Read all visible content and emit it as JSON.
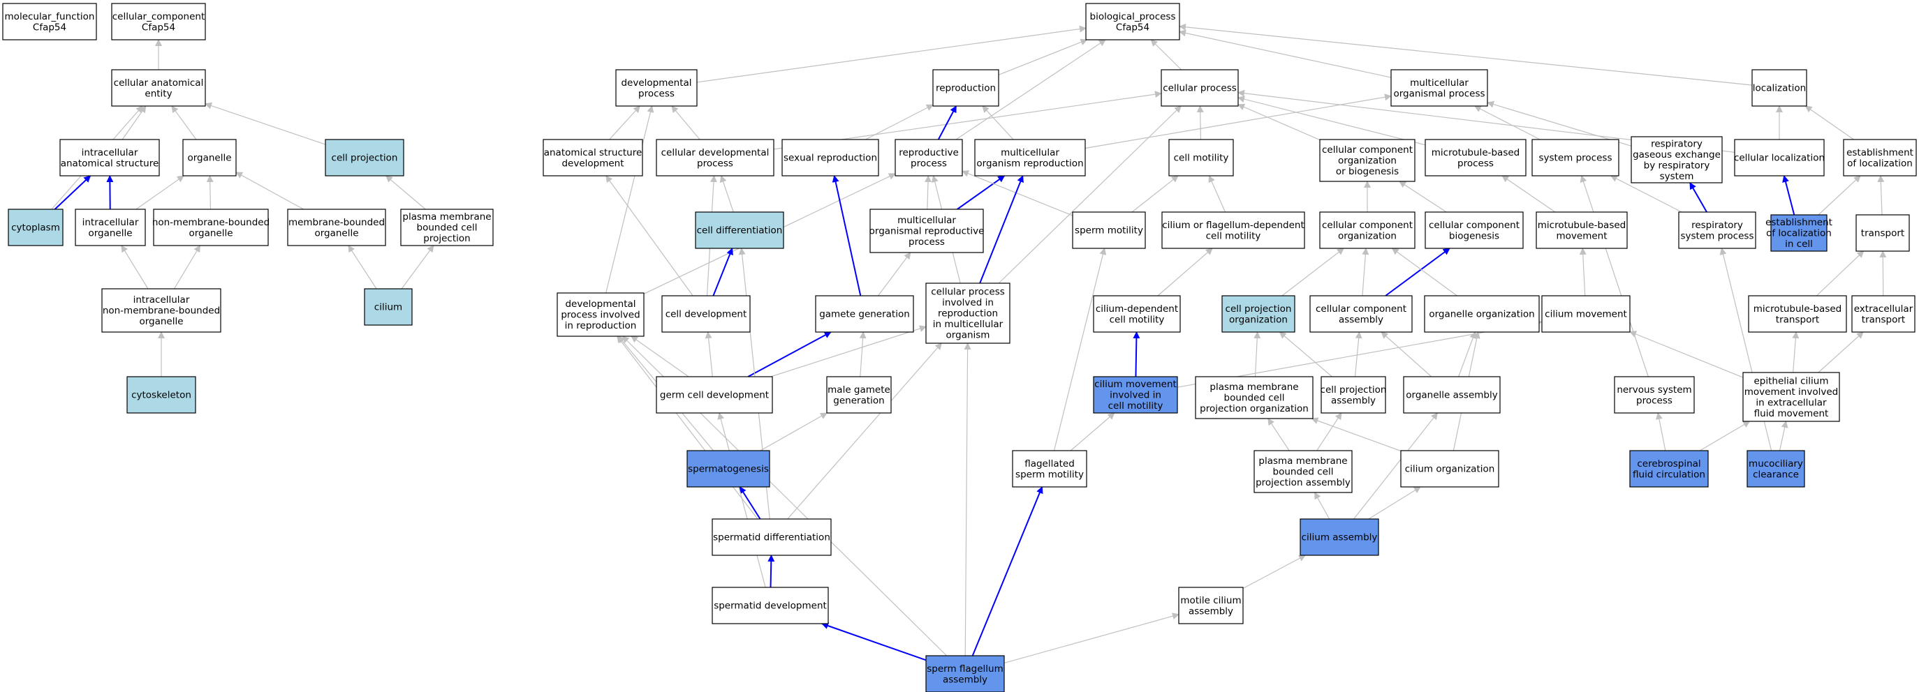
{
  "nodes": [
    {
      "id": "mf",
      "lines": [
        "molecular_function",
        "Cfap54"
      ],
      "style": "plain"
    },
    {
      "id": "cc",
      "lines": [
        "cellular_component",
        "Cfap54"
      ],
      "style": "plain"
    },
    {
      "id": "bp",
      "lines": [
        "biological_process",
        "Cfap54"
      ],
      "style": "plain"
    },
    {
      "id": "cae",
      "lines": [
        "cellular anatomical",
        "entity"
      ],
      "style": "plain"
    },
    {
      "id": "ias",
      "lines": [
        "intracellular",
        "anatomical structure"
      ],
      "style": "plain"
    },
    {
      "id": "org",
      "lines": [
        "organelle"
      ],
      "style": "plain"
    },
    {
      "id": "cproj",
      "lines": [
        "cell projection"
      ],
      "style": "light"
    },
    {
      "id": "cyto",
      "lines": [
        "cytoplasm"
      ],
      "style": "light"
    },
    {
      "id": "io",
      "lines": [
        "intracellular",
        "organelle"
      ],
      "style": "plain"
    },
    {
      "id": "nmbo",
      "lines": [
        "non-membrane-bounded",
        "organelle"
      ],
      "style": "plain"
    },
    {
      "id": "mbo",
      "lines": [
        "membrane-bounded",
        "organelle"
      ],
      "style": "plain"
    },
    {
      "id": "pmbcp",
      "lines": [
        "plasma membrane",
        "bounded cell",
        "projection"
      ],
      "style": "plain"
    },
    {
      "id": "inmbo",
      "lines": [
        "intracellular",
        "non-membrane-bounded",
        "organelle"
      ],
      "style": "plain"
    },
    {
      "id": "cilium",
      "lines": [
        "cilium"
      ],
      "style": "light"
    },
    {
      "id": "cytosk",
      "lines": [
        "cytoskeleton"
      ],
      "style": "light"
    },
    {
      "id": "devp",
      "lines": [
        "developmental",
        "process"
      ],
      "style": "plain"
    },
    {
      "id": "repro",
      "lines": [
        "reproduction"
      ],
      "style": "plain"
    },
    {
      "id": "cellp",
      "lines": [
        "cellular process"
      ],
      "style": "plain"
    },
    {
      "id": "mop",
      "lines": [
        "multicellular",
        "organismal process"
      ],
      "style": "plain"
    },
    {
      "id": "loc",
      "lines": [
        "localization"
      ],
      "style": "plain"
    },
    {
      "id": "asd",
      "lines": [
        "anatomical structure",
        "development"
      ],
      "style": "plain"
    },
    {
      "id": "cdp",
      "lines": [
        "cellular developmental",
        "process"
      ],
      "style": "plain"
    },
    {
      "id": "sexr",
      "lines": [
        "sexual reproduction"
      ],
      "style": "plain"
    },
    {
      "id": "rp",
      "lines": [
        "reproductive",
        "process"
      ],
      "style": "plain"
    },
    {
      "id": "mor",
      "lines": [
        "multicellular",
        "organism reproduction"
      ],
      "style": "plain"
    },
    {
      "id": "cmot",
      "lines": [
        "cell motility"
      ],
      "style": "plain"
    },
    {
      "id": "ccob",
      "lines": [
        "cellular component",
        "organization",
        "or biogenesis"
      ],
      "style": "plain"
    },
    {
      "id": "mbp",
      "lines": [
        "microtubule-based",
        "process"
      ],
      "style": "plain"
    },
    {
      "id": "sysp",
      "lines": [
        "system process"
      ],
      "style": "plain"
    },
    {
      "id": "rgebrs",
      "lines": [
        "respiratory",
        "gaseous exchange",
        "by respiratory",
        "system"
      ],
      "style": "plain"
    },
    {
      "id": "cloc",
      "lines": [
        "cellular localization"
      ],
      "style": "plain"
    },
    {
      "id": "eol",
      "lines": [
        "establishment",
        "of localization"
      ],
      "style": "plain"
    },
    {
      "id": "cdiff",
      "lines": [
        "cell differentiation"
      ],
      "style": "light"
    },
    {
      "id": "morp",
      "lines": [
        "multicellular",
        "organismal reproductive",
        "process"
      ],
      "style": "plain"
    },
    {
      "id": "smot",
      "lines": [
        "sperm motility"
      ],
      "style": "plain"
    },
    {
      "id": "cfdcm",
      "lines": [
        "cilium or flagellum-dependent",
        "cell motility"
      ],
      "style": "plain"
    },
    {
      "id": "cco",
      "lines": [
        "cellular component",
        "organization"
      ],
      "style": "plain"
    },
    {
      "id": "ccb",
      "lines": [
        "cellular component",
        "biogenesis"
      ],
      "style": "plain"
    },
    {
      "id": "mbm",
      "lines": [
        "microtubule-based",
        "movement"
      ],
      "style": "plain"
    },
    {
      "id": "rsp",
      "lines": [
        "respiratory",
        "system process"
      ],
      "style": "plain"
    },
    {
      "id": "eolc",
      "lines": [
        "establishment",
        "of localization",
        "in cell"
      ],
      "style": "dark"
    },
    {
      "id": "transport",
      "lines": [
        "transport"
      ],
      "style": "plain"
    },
    {
      "id": "dpir",
      "lines": [
        "developmental",
        "process involved",
        "in reproduction"
      ],
      "style": "plain"
    },
    {
      "id": "cdev",
      "lines": [
        "cell development"
      ],
      "style": "plain"
    },
    {
      "id": "gg",
      "lines": [
        "gamete generation"
      ],
      "style": "plain"
    },
    {
      "id": "cpirmo",
      "lines": [
        "cellular process",
        "involved in",
        "reproduction",
        "in multicellular",
        "organism"
      ],
      "style": "plain"
    },
    {
      "id": "cdcm",
      "lines": [
        "cilium-dependent",
        "cell motility"
      ],
      "style": "plain"
    },
    {
      "id": "cpo",
      "lines": [
        "cell projection",
        "organization"
      ],
      "style": "light"
    },
    {
      "id": "cca",
      "lines": [
        "cellular component",
        "assembly"
      ],
      "style": "plain"
    },
    {
      "id": "oo",
      "lines": [
        "organelle organization"
      ],
      "style": "plain"
    },
    {
      "id": "cmov",
      "lines": [
        "cilium movement"
      ],
      "style": "plain"
    },
    {
      "id": "mbt",
      "lines": [
        "microtubule-based",
        "transport"
      ],
      "style": "plain"
    },
    {
      "id": "et",
      "lines": [
        "extracellular",
        "transport"
      ],
      "style": "plain"
    },
    {
      "id": "gcd",
      "lines": [
        "germ cell development"
      ],
      "style": "plain"
    },
    {
      "id": "mgg",
      "lines": [
        "male gamete",
        "generation"
      ],
      "style": "plain"
    },
    {
      "id": "cmicm",
      "lines": [
        "cilium movement",
        "involved in",
        "cell motility"
      ],
      "style": "dark"
    },
    {
      "id": "pmbcpo",
      "lines": [
        "plasma membrane",
        "bounded cell",
        "projection organization"
      ],
      "style": "plain"
    },
    {
      "id": "cpa",
      "lines": [
        "cell projection",
        "assembly"
      ],
      "style": "plain"
    },
    {
      "id": "oa",
      "lines": [
        "organelle assembly"
      ],
      "style": "plain"
    },
    {
      "id": "nsp",
      "lines": [
        "nervous system",
        "process"
      ],
      "style": "plain"
    },
    {
      "id": "ecm",
      "lines": [
        "epithelial cilium",
        "movement involved",
        "in extracellular",
        "fluid movement"
      ],
      "style": "plain"
    },
    {
      "id": "spg",
      "lines": [
        "spermatogenesis"
      ],
      "style": "dark"
    },
    {
      "id": "fsm",
      "lines": [
        "flagellated",
        "sperm motility"
      ],
      "style": "plain"
    },
    {
      "id": "pmbcpa",
      "lines": [
        "plasma membrane",
        "bounded cell",
        "projection assembly"
      ],
      "style": "plain"
    },
    {
      "id": "co",
      "lines": [
        "cilium organization"
      ],
      "style": "plain"
    },
    {
      "id": "cfc",
      "lines": [
        "cerebrospinal",
        "fluid circulation"
      ],
      "style": "dark"
    },
    {
      "id": "mcc",
      "lines": [
        "mucociliary",
        "clearance"
      ],
      "style": "dark"
    },
    {
      "id": "sdiff",
      "lines": [
        "spermatid differentiation"
      ],
      "style": "plain"
    },
    {
      "id": "ca",
      "lines": [
        "cilium assembly"
      ],
      "style": "dark"
    },
    {
      "id": "sdev",
      "lines": [
        "spermatid development"
      ],
      "style": "plain"
    },
    {
      "id": "mca",
      "lines": [
        "motile cilium",
        "assembly"
      ],
      "style": "plain"
    },
    {
      "id": "sfa",
      "lines": [
        "sperm flagellum",
        "assembly"
      ],
      "style": "dark"
    }
  ],
  "edges": [
    {
      "from": "cae",
      "to": "cc",
      "kind": "is_a"
    },
    {
      "from": "ias",
      "to": "cae",
      "kind": "is_a"
    },
    {
      "from": "org",
      "to": "cae",
      "kind": "is_a"
    },
    {
      "from": "cproj",
      "to": "cae",
      "kind": "is_a"
    },
    {
      "from": "cyto",
      "to": "cae",
      "kind": "is_a"
    },
    {
      "from": "cyto",
      "to": "ias",
      "kind": "part_of"
    },
    {
      "from": "io",
      "to": "ias",
      "kind": "part_of"
    },
    {
      "from": "io",
      "to": "org",
      "kind": "is_a"
    },
    {
      "from": "nmbo",
      "to": "org",
      "kind": "is_a"
    },
    {
      "from": "mbo",
      "to": "org",
      "kind": "is_a"
    },
    {
      "from": "pmbcp",
      "to": "cproj",
      "kind": "is_a"
    },
    {
      "from": "inmbo",
      "to": "io",
      "kind": "is_a"
    },
    {
      "from": "inmbo",
      "to": "nmbo",
      "kind": "is_a"
    },
    {
      "from": "cilium",
      "to": "mbo",
      "kind": "is_a"
    },
    {
      "from": "cilium",
      "to": "pmbcp",
      "kind": "is_a"
    },
    {
      "from": "cytosk",
      "to": "inmbo",
      "kind": "is_a"
    },
    {
      "from": "devp",
      "to": "bp",
      "kind": "is_a"
    },
    {
      "from": "repro",
      "to": "bp",
      "kind": "is_a"
    },
    {
      "from": "cellp",
      "to": "bp",
      "kind": "is_a"
    },
    {
      "from": "mop",
      "to": "bp",
      "kind": "is_a"
    },
    {
      "from": "loc",
      "to": "bp",
      "kind": "is_a"
    },
    {
      "from": "rp",
      "to": "bp",
      "kind": "is_a"
    },
    {
      "from": "asd",
      "to": "devp",
      "kind": "is_a"
    },
    {
      "from": "cdp",
      "to": "devp",
      "kind": "is_a"
    },
    {
      "from": "cdp",
      "to": "cellp",
      "kind": "is_a"
    },
    {
      "from": "sexr",
      "to": "repro",
      "kind": "is_a"
    },
    {
      "from": "rp",
      "to": "repro",
      "kind": "part_of"
    },
    {
      "from": "mor",
      "to": "repro",
      "kind": "is_a"
    },
    {
      "from": "mor",
      "to": "mop",
      "kind": "is_a"
    },
    {
      "from": "cmot",
      "to": "cellp",
      "kind": "is_a"
    },
    {
      "from": "ccob",
      "to": "cellp",
      "kind": "is_a"
    },
    {
      "from": "mbp",
      "to": "cellp",
      "kind": "is_a"
    },
    {
      "from": "cloc",
      "to": "cellp",
      "kind": "is_a"
    },
    {
      "from": "sysp",
      "to": "mop",
      "kind": "is_a"
    },
    {
      "from": "rgebrs",
      "to": "mop",
      "kind": "is_a"
    },
    {
      "from": "cloc",
      "to": "loc",
      "kind": "is_a"
    },
    {
      "from": "eol",
      "to": "loc",
      "kind": "is_a"
    },
    {
      "from": "cdiff",
      "to": "cdp",
      "kind": "is_a"
    },
    {
      "from": "morp",
      "to": "rp",
      "kind": "is_a"
    },
    {
      "from": "morp",
      "to": "mor",
      "kind": "part_of"
    },
    {
      "from": "smot",
      "to": "rp",
      "kind": "is_a"
    },
    {
      "from": "smot",
      "to": "cmot",
      "kind": "is_a"
    },
    {
      "from": "cfdcm",
      "to": "cmot",
      "kind": "is_a"
    },
    {
      "from": "cco",
      "to": "ccob",
      "kind": "is_a"
    },
    {
      "from": "ccb",
      "to": "ccob",
      "kind": "is_a"
    },
    {
      "from": "mbm",
      "to": "mbp",
      "kind": "is_a"
    },
    {
      "from": "rsp",
      "to": "sysp",
      "kind": "is_a"
    },
    {
      "from": "rsp",
      "to": "rgebrs",
      "kind": "part_of"
    },
    {
      "from": "eolc",
      "to": "cloc",
      "kind": "part_of"
    },
    {
      "from": "eolc",
      "to": "eol",
      "kind": "is_a"
    },
    {
      "from": "transport",
      "to": "eol",
      "kind": "is_a"
    },
    {
      "from": "dpir",
      "to": "devp",
      "kind": "is_a"
    },
    {
      "from": "dpir",
      "to": "rp",
      "kind": "is_a"
    },
    {
      "from": "cdev",
      "to": "asd",
      "kind": "is_a"
    },
    {
      "from": "cdev",
      "to": "cdp",
      "kind": "is_a"
    },
    {
      "from": "cdev",
      "to": "cdiff",
      "kind": "part_of"
    },
    {
      "from": "gg",
      "to": "sexr",
      "kind": "part_of"
    },
    {
      "from": "gg",
      "to": "morp",
      "kind": "is_a"
    },
    {
      "from": "cpirmo",
      "to": "rp",
      "kind": "is_a"
    },
    {
      "from": "cpirmo",
      "to": "cellp",
      "kind": "is_a"
    },
    {
      "from": "cpirmo",
      "to": "mor",
      "kind": "part_of"
    },
    {
      "from": "cdcm",
      "to": "cfdcm",
      "kind": "is_a"
    },
    {
      "from": "cpo",
      "to": "cco",
      "kind": "is_a"
    },
    {
      "from": "cca",
      "to": "cco",
      "kind": "is_a"
    },
    {
      "from": "cca",
      "to": "ccb",
      "kind": "part_of"
    },
    {
      "from": "oo",
      "to": "cco",
      "kind": "is_a"
    },
    {
      "from": "cmov",
      "to": "mbm",
      "kind": "is_a"
    },
    {
      "from": "nsp",
      "to": "sysp",
      "kind": "is_a"
    },
    {
      "from": "mbt",
      "to": "transport",
      "kind": "is_a"
    },
    {
      "from": "et",
      "to": "transport",
      "kind": "is_a"
    },
    {
      "from": "gcd",
      "to": "dpir",
      "kind": "is_a"
    },
    {
      "from": "gcd",
      "to": "cdev",
      "kind": "is_a"
    },
    {
      "from": "gcd",
      "to": "gg",
      "kind": "part_of"
    },
    {
      "from": "gcd",
      "to": "cpirmo",
      "kind": "is_a"
    },
    {
      "from": "mgg",
      "to": "gg",
      "kind": "is_a"
    },
    {
      "from": "cmicm",
      "to": "cdcm",
      "kind": "part_of"
    },
    {
      "from": "cmicm",
      "to": "cmov",
      "kind": "is_a"
    },
    {
      "from": "pmbcpo",
      "to": "cpo",
      "kind": "is_a"
    },
    {
      "from": "cpa",
      "to": "cpo",
      "kind": "is_a"
    },
    {
      "from": "cpa",
      "to": "cca",
      "kind": "is_a"
    },
    {
      "from": "oa",
      "to": "cca",
      "kind": "is_a"
    },
    {
      "from": "oa",
      "to": "oo",
      "kind": "is_a"
    },
    {
      "from": "ecm",
      "to": "cmov",
      "kind": "is_a"
    },
    {
      "from": "ecm",
      "to": "mbt",
      "kind": "is_a"
    },
    {
      "from": "ecm",
      "to": "et",
      "kind": "is_a"
    },
    {
      "from": "spg",
      "to": "dpir",
      "kind": "is_a"
    },
    {
      "from": "spg",
      "to": "mgg",
      "kind": "is_a"
    },
    {
      "from": "fsm",
      "to": "smot",
      "kind": "is_a"
    },
    {
      "from": "fsm",
      "to": "cmicm",
      "kind": "is_a"
    },
    {
      "from": "pmbcpa",
      "to": "pmbcpo",
      "kind": "is_a"
    },
    {
      "from": "pmbcpa",
      "to": "cpa",
      "kind": "is_a"
    },
    {
      "from": "co",
      "to": "pmbcpo",
      "kind": "is_a"
    },
    {
      "from": "co",
      "to": "oo",
      "kind": "is_a"
    },
    {
      "from": "cfc",
      "to": "nsp",
      "kind": "is_a"
    },
    {
      "from": "cfc",
      "to": "ecm",
      "kind": "is_a"
    },
    {
      "from": "mcc",
      "to": "rsp",
      "kind": "is_a"
    },
    {
      "from": "mcc",
      "to": "ecm",
      "kind": "is_a"
    },
    {
      "from": "sdiff",
      "to": "spg",
      "kind": "part_of"
    },
    {
      "from": "sdiff",
      "to": "cdiff",
      "kind": "is_a"
    },
    {
      "from": "sdiff",
      "to": "dpir",
      "kind": "is_a"
    },
    {
      "from": "sdiff",
      "to": "cpirmo",
      "kind": "is_a"
    },
    {
      "from": "ca",
      "to": "oa",
      "kind": "is_a"
    },
    {
      "from": "ca",
      "to": "pmbcpa",
      "kind": "is_a"
    },
    {
      "from": "ca",
      "to": "co",
      "kind": "is_a"
    },
    {
      "from": "sdev",
      "to": "sdiff",
      "kind": "part_of"
    },
    {
      "from": "sdev",
      "to": "gcd",
      "kind": "is_a"
    },
    {
      "from": "mca",
      "to": "ca",
      "kind": "is_a"
    },
    {
      "from": "sfa",
      "to": "sdev",
      "kind": "part_of"
    },
    {
      "from": "sfa",
      "to": "fsm",
      "kind": "part_of"
    },
    {
      "from": "sfa",
      "to": "mca",
      "kind": "is_a"
    },
    {
      "from": "sfa",
      "to": "cpirmo",
      "kind": "is_a"
    },
    {
      "from": "sfa",
      "to": "dpir",
      "kind": "is_a"
    }
  ],
  "colors": {
    "plain_fill": "#ffffff",
    "light_fill": "#add8e6",
    "dark_fill": "#6495ed",
    "node_stroke": "#000000",
    "is_a_edge": "#c0c0c0",
    "part_of_edge": "#0000ff"
  }
}
